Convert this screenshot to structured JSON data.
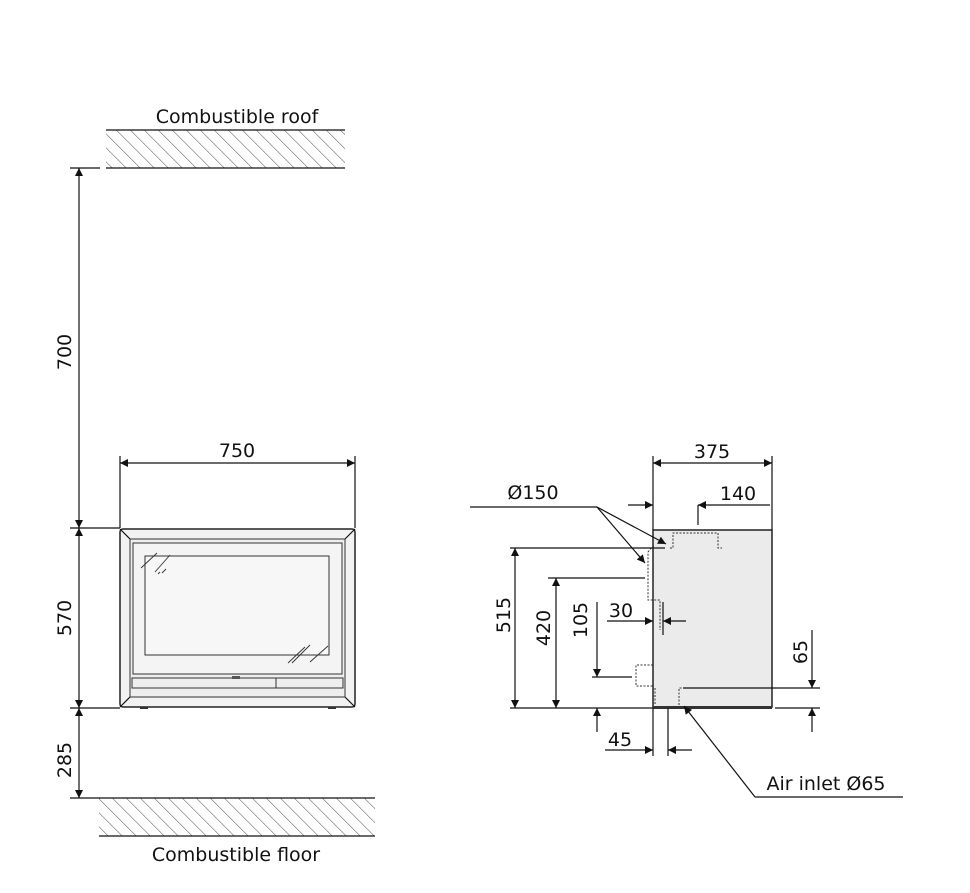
{
  "labels": {
    "roof": "Combustible roof",
    "floor": "Combustible floor",
    "air_inlet": "Air inlet Ø65",
    "flue": "Ø150"
  },
  "dimensions": {
    "height_to_roof": "700",
    "stove_height": "570",
    "floor_clearance": "285",
    "width": "750",
    "depth": "375",
    "flue_offset": "140",
    "flue_height_515": "515",
    "flue_height_420": "420",
    "inlet_105": "105",
    "offset_30": "30",
    "inlet_65": "65",
    "inlet_45": "45"
  }
}
